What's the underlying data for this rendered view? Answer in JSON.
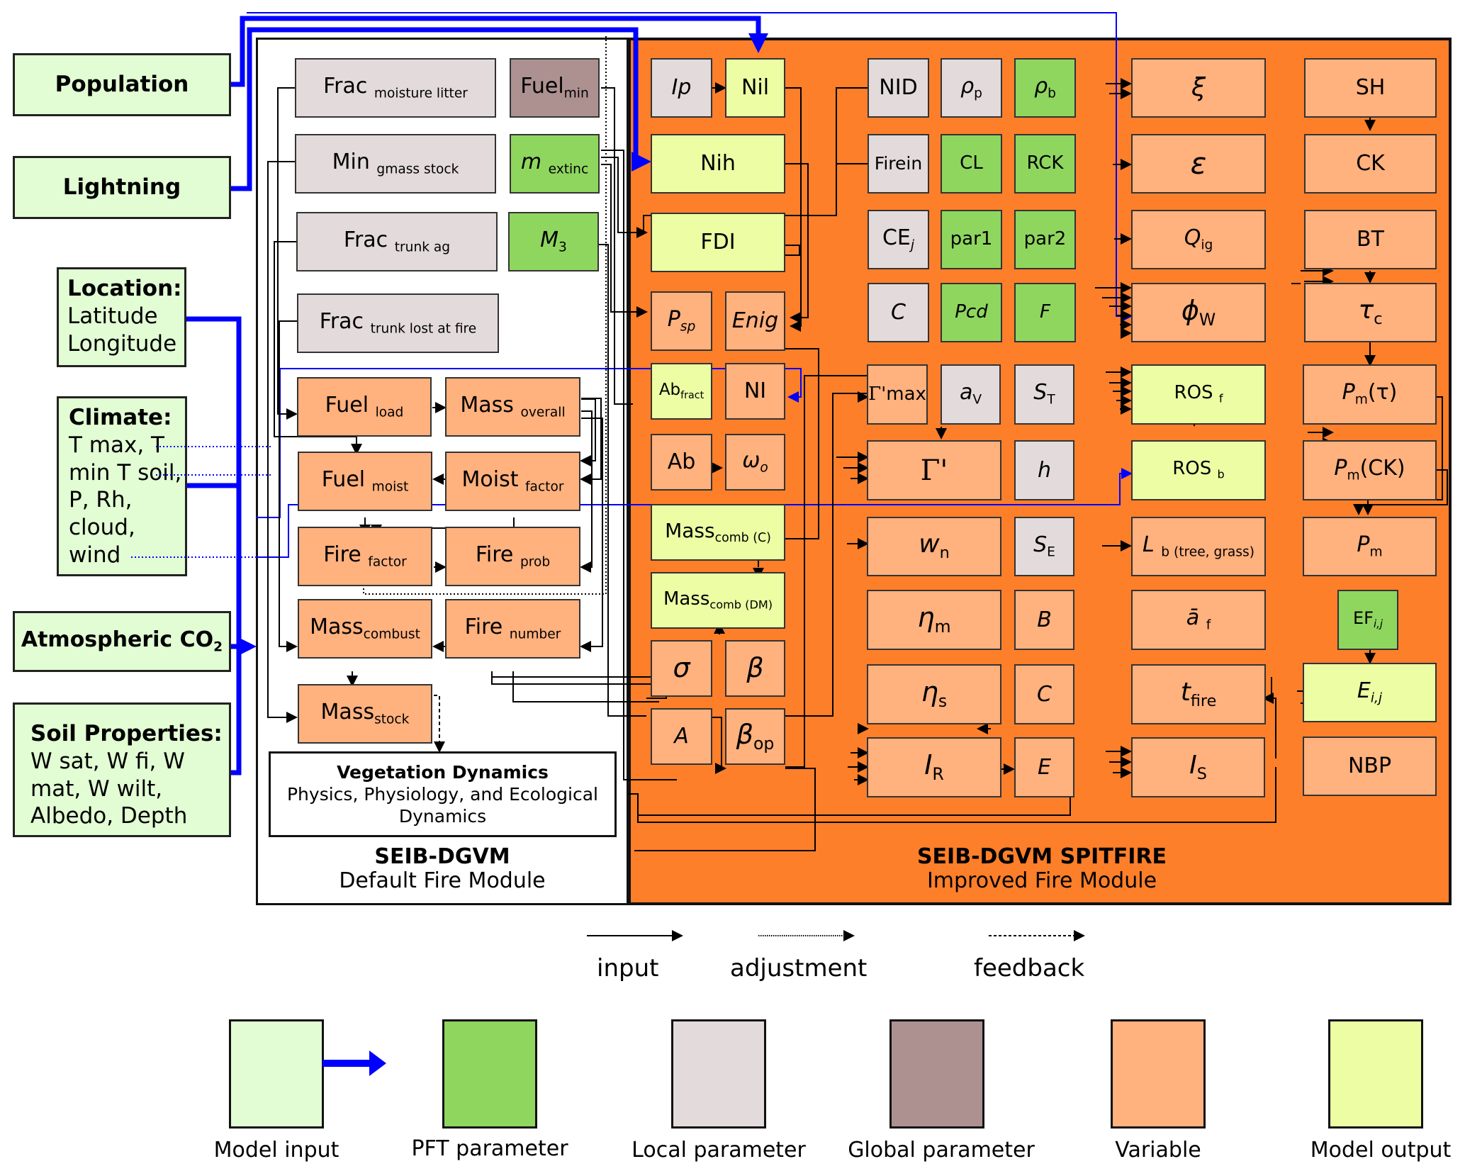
{
  "inputs": {
    "population": "Population",
    "lightning": "Lightning",
    "location_title": "Location:",
    "location_lines": [
      "Latitude",
      "Longitude"
    ],
    "climate_title": "Climate:",
    "climate_lines": [
      "T max,",
      "T min",
      "T soil, P,",
      "Rh, cloud,",
      "wind"
    ],
    "co2": "Atmospheric CO",
    "co2_sub": "2",
    "soil_title": "Soil Properties:",
    "soil_lines": [
      "W sat, W fi,",
      "W mat, W wilt,",
      "Albedo, Depth"
    ]
  },
  "default_module": {
    "title": "SEIB-DGVM",
    "subtitle": "Default Fire Module",
    "boxes": {
      "frac_moisture_litter": {
        "main": "Frac",
        "sub": "moisture litter"
      },
      "fuel_min": {
        "main": "Fuel",
        "sub": "min"
      },
      "min_gmass_stock": {
        "main": "Min",
        "sub": "gmass stock"
      },
      "m_extinc": {
        "main": "m",
        "sub": "extinc"
      },
      "frac_trunk_ag": {
        "main": "Frac",
        "sub": "trunk ag"
      },
      "m3": {
        "main": "M",
        "sub": "3"
      },
      "frac_trunk_lost": {
        "main": "Frac",
        "sub": "trunk lost at fire"
      },
      "fuel_load": {
        "main": "Fuel",
        "sub": "load"
      },
      "mass_overall": {
        "main": "Mass",
        "sub": "overall"
      },
      "fuel_moist": {
        "main": "Fuel",
        "sub": "moist"
      },
      "moist_factor": {
        "main": "Moist",
        "sub": "factor"
      },
      "fire_factor": {
        "main": "Fire",
        "sub": "factor"
      },
      "fire_prob": {
        "main": "Fire",
        "sub": "prob"
      },
      "mass_combust": {
        "main": "Mass",
        "sub": "combust"
      },
      "fire_number": {
        "main": "Fire",
        "sub": "number"
      },
      "mass_stock": {
        "main": "Mass",
        "sub": "stock"
      }
    },
    "veg_dynamics": {
      "title": "Vegetation Dynamics",
      "line1": "Physics, Physiology, and Ecological",
      "line2": "Dynamics"
    }
  },
  "spitfire_module": {
    "title": "SEIB-DGVM SPITFIRE",
    "subtitle": "Improved Fire Module",
    "boxes": {
      "ip": {
        "main": "Ip",
        "sub": ""
      },
      "nil": {
        "main": "Nil",
        "sub": ""
      },
      "nih": {
        "main": "Nih",
        "sub": ""
      },
      "fdi": {
        "main": "FDI",
        "sub": ""
      },
      "psp": {
        "main": "P",
        "sub": "sp"
      },
      "enig": {
        "main": "Enig",
        "sub": ""
      },
      "ab_fract": {
        "main": "Ab",
        "sub": "fract"
      },
      "ni": {
        "main": "NI",
        "sub": ""
      },
      "ab": {
        "main": "Ab",
        "sub": ""
      },
      "omega_o": {
        "main": "ω",
        "sub": "o"
      },
      "mass_comb_c": {
        "main": "Mass",
        "sub": "comb (C)"
      },
      "mass_comb_dm": {
        "main": "Mass",
        "sub": "comb (DM)"
      },
      "sigma": {
        "main": "σ",
        "sub": ""
      },
      "beta": {
        "main": "β",
        "sub": ""
      },
      "a": {
        "main": "A",
        "sub": ""
      },
      "beta_op": {
        "main": "β",
        "sub": "op"
      },
      "nid": {
        "main": "NID",
        "sub": ""
      },
      "rho_p": {
        "main": "ρ",
        "sub": "p"
      },
      "rho_b": {
        "main": "ρ",
        "sub": "b"
      },
      "firein": {
        "main": "Firein",
        "sub": ""
      },
      "cl": {
        "main": "CL",
        "sub": ""
      },
      "rck": {
        "main": "RCK",
        "sub": ""
      },
      "ce_j": {
        "main": "CE",
        "sub": "j"
      },
      "par1": {
        "main": "par1",
        "sub": ""
      },
      "par2": {
        "main": "par2",
        "sub": ""
      },
      "c_local": {
        "main": "C",
        "sub": ""
      },
      "pcd": {
        "main": "Pcd",
        "sub": ""
      },
      "f": {
        "main": "F",
        "sub": ""
      },
      "gamma_max": {
        "main": "Γ'",
        "sub": "max"
      },
      "a_v": {
        "main": "a",
        "sub": "V"
      },
      "s_t": {
        "main": "S",
        "sub": "T"
      },
      "gamma": {
        "main": "Γ'",
        "sub": ""
      },
      "h": {
        "main": "h",
        "sub": ""
      },
      "w_n": {
        "main": "w",
        "sub": "n"
      },
      "s_e": {
        "main": "S",
        "sub": "E"
      },
      "eta_m": {
        "main": "η",
        "sub": "m"
      },
      "b_var": {
        "main": "B",
        "sub": ""
      },
      "eta_s": {
        "main": "η",
        "sub": "s"
      },
      "c_var": {
        "main": "C",
        "sub": ""
      },
      "i_r": {
        "main": "I",
        "sub": "R"
      },
      "e_var": {
        "main": "E",
        "sub": ""
      },
      "xi": {
        "main": "ξ",
        "sub": ""
      },
      "epsilon": {
        "main": "ε",
        "sub": ""
      },
      "q_ig": {
        "main": "Q",
        "sub": "ig"
      },
      "phi_w": {
        "main": "ϕ",
        "sub": "W"
      },
      "ros_f": {
        "main": "ROS",
        "sub": "f"
      },
      "ros_b": {
        "main": "ROS",
        "sub": "b"
      },
      "l_b": {
        "main": "L",
        "sub": "b (tree, grass)"
      },
      "a_f": {
        "main": "ā",
        "sub": "f"
      },
      "t_fire": {
        "main": "t",
        "sub": "fire"
      },
      "i_s": {
        "main": "I",
        "sub": "S"
      },
      "sh": {
        "main": "SH",
        "sub": ""
      },
      "ck": {
        "main": "CK",
        "sub": ""
      },
      "bt": {
        "main": "BT",
        "sub": ""
      },
      "tau_c": {
        "main": "τ",
        "sub": "c"
      },
      "pm_tau": {
        "main": "P",
        "sub": "m",
        "suffix": "(τ)"
      },
      "pm_ck": {
        "main": "P",
        "sub": "m",
        "suffix": "(CK)"
      },
      "pm": {
        "main": "P",
        "sub": "m"
      },
      "ef_ij": {
        "main": "EF",
        "sub": "i,j"
      },
      "e_ij": {
        "main": "E",
        "sub": "i,j"
      },
      "nbp": {
        "main": "NBP",
        "sub": ""
      }
    }
  },
  "arrow_legend": {
    "input": "input",
    "adjustment": "adjustment",
    "feedback": "feedback"
  },
  "color_legend": [
    {
      "label": "Model input",
      "color": "#e2fdd4"
    },
    {
      "label": "PFT parameter",
      "color": "#8fd65f"
    },
    {
      "label": "Local parameter",
      "color": "#e3dbdb"
    },
    {
      "label": "Global parameter",
      "color": "#ad9191"
    },
    {
      "label": "Variable",
      "color": "#ffb17e"
    },
    {
      "label": "Model output",
      "color": "#ecfda4"
    }
  ],
  "colors": {
    "panel_orange": "#fe7f2a",
    "input_arrow_blue": "#0000ff"
  }
}
